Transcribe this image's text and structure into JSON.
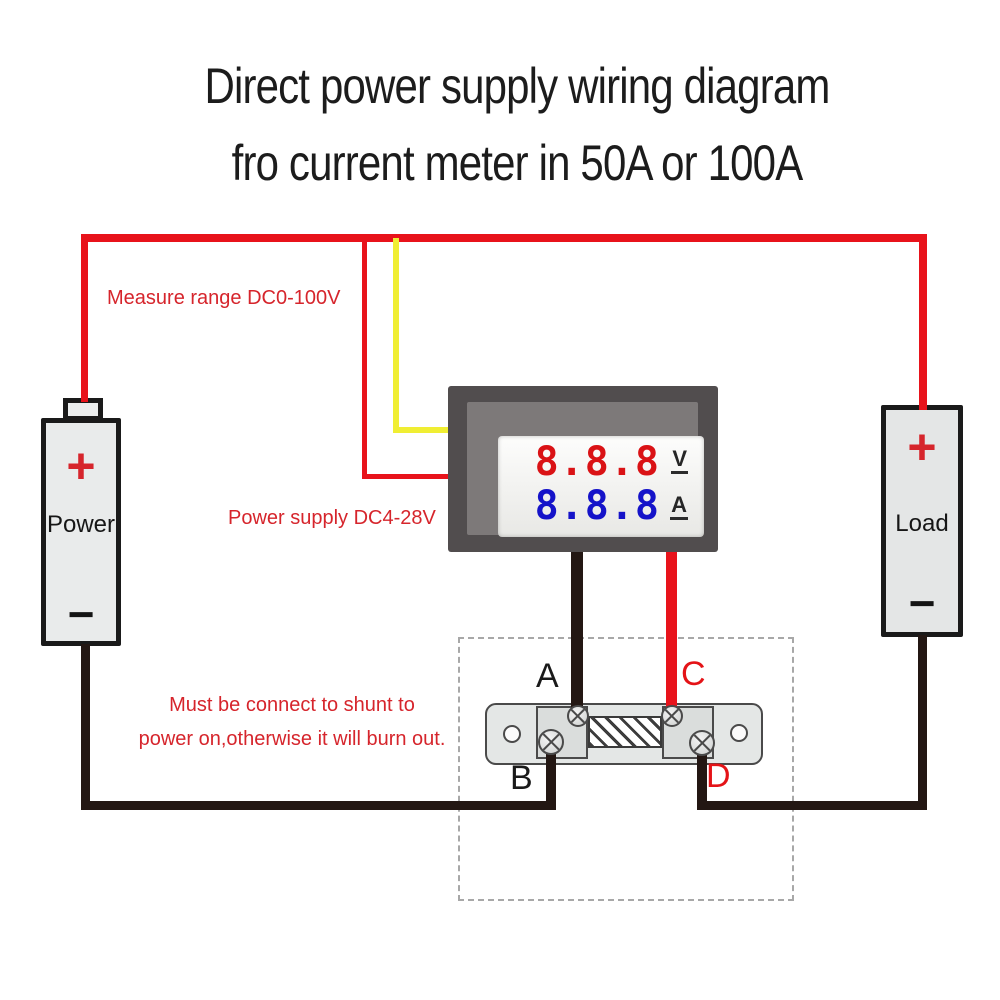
{
  "title": {
    "line1": "Direct power supply wiring diagram",
    "line2": "fro current meter in 50A or 100A"
  },
  "annotations": {
    "measure_range": "Measure range DC0-100V",
    "power_supply": "Power supply DC4-28V",
    "warning_line1": "Must be connect to shunt to",
    "warning_line2": "power on,otherwise it will burn out."
  },
  "meter": {
    "volt_reading": "8.8.8",
    "amp_reading": "8.8.8",
    "volt_unit": "V",
    "amp_unit": "A"
  },
  "power_source": {
    "label": "Power",
    "positive": "+",
    "negative": "−"
  },
  "load": {
    "label": "Load",
    "positive": "+",
    "negative": "−"
  },
  "shunt_terminals": {
    "a": "A",
    "b": "B",
    "c": "C",
    "d": "D"
  },
  "colors": {
    "wire_red": "#e8131b",
    "wire_yellow": "#f0ee33",
    "wire_black": "#231713",
    "annotation_red": "#d6252c",
    "digit_red": "#da1215",
    "digit_blue": "#1513c9",
    "meter_frame": "#514d4e",
    "battery_fill": "#e9ebeb"
  }
}
